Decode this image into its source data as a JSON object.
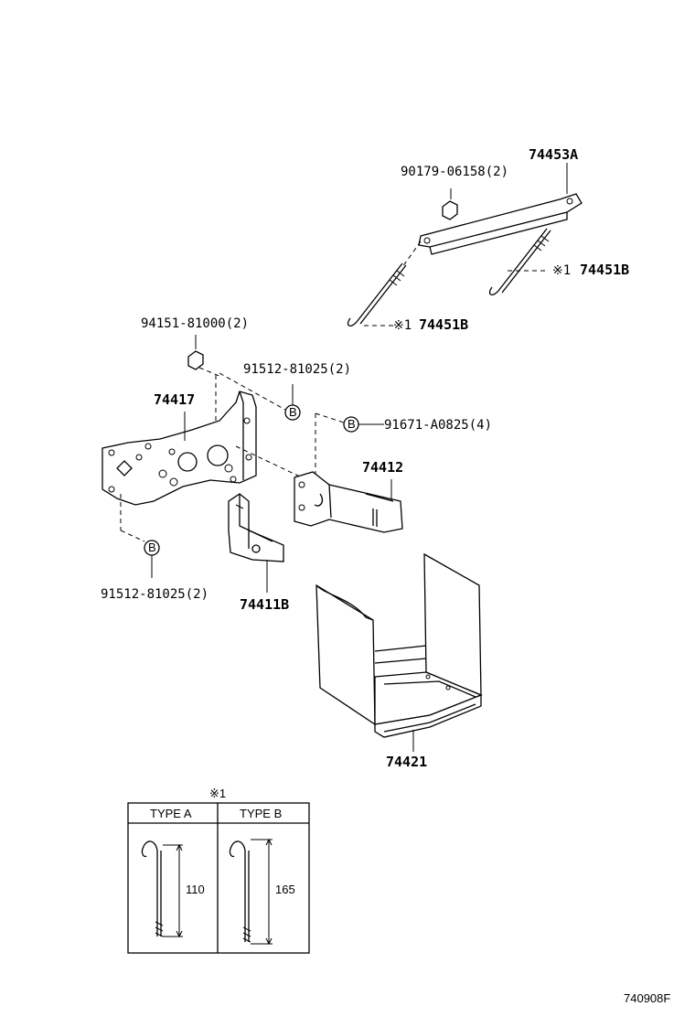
{
  "parts": {
    "p74453A": "74453A",
    "p90179": "90179-06158(2)",
    "p74451B_right": "74451B",
    "p74451B_left": "74451B",
    "note_mark_1": "※1",
    "note_mark_2": "※1",
    "p94151": "94151-81000(2)",
    "p91512_top": "91512-81025(2)",
    "p74417": "74417",
    "p91671": "91671-A0825(4)",
    "p74412": "74412",
    "p91512_bottom": "91512-81025(2)",
    "p74411B": "74411B",
    "p74421": "74421"
  },
  "bolt_marker": {
    "b1": "B",
    "b2": "B",
    "b3": "B"
  },
  "legend_table": {
    "note": "※1",
    "col_a": "TYPE A",
    "col_b": "TYPE B",
    "len_a": "110",
    "len_b": "165"
  },
  "diagram_code": "740908F"
}
